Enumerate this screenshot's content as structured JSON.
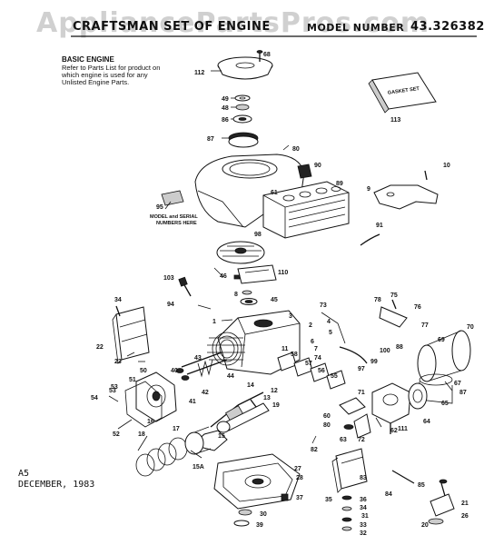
{
  "header": {
    "left": "CRAFTSMAN SET OF ENGINE",
    "model_label": "MODEL NUMBER",
    "model_number": "43.326382"
  },
  "watermark": "AppliancePartsPros.com",
  "note": {
    "title": "BASIC ENGINE",
    "body": "Refer to Parts List for product on which engine is used for any Unlisted Engine Parts."
  },
  "packet_label": "GASKET SET",
  "model_plate_label": "MODEL and SERIAL NUMBERS HERE",
  "footer": {
    "line1": "A5",
    "line2": "DECEMBER, 1983"
  },
  "callouts": [
    "68",
    "112",
    "49",
    "48",
    "86",
    "87",
    "80",
    "90",
    "89",
    "61",
    "10",
    "9",
    "113",
    "95",
    "91",
    "98",
    "110",
    "46",
    "8",
    "45",
    "103",
    "94",
    "34",
    "73",
    "78",
    "75",
    "76",
    "77",
    "70",
    "69",
    "22",
    "23",
    "1",
    "2",
    "3",
    "4",
    "5",
    "6",
    "7",
    "11",
    "58",
    "57",
    "56",
    "55",
    "74",
    "97",
    "99",
    "100",
    "88",
    "67",
    "87",
    "65",
    "64",
    "111",
    "53",
    "60",
    "71",
    "62",
    "80",
    "63",
    "72",
    "43",
    "44",
    "40",
    "42",
    "41",
    "50",
    "51",
    "54",
    "53",
    "16",
    "52",
    "17",
    "18",
    "19",
    "15",
    "15A",
    "14",
    "13",
    "12",
    "27",
    "28",
    "37",
    "30",
    "39",
    "31",
    "83",
    "84",
    "85",
    "35",
    "36",
    "34",
    "33",
    "32",
    "21",
    "20",
    "26",
    "82"
  ]
}
